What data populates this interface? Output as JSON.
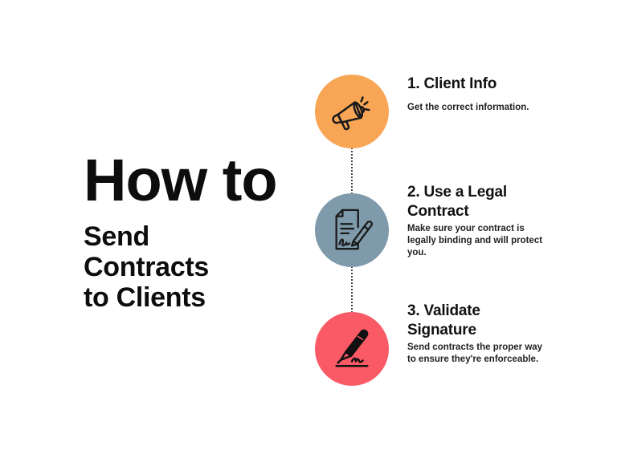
{
  "title": {
    "main": "How to",
    "sub_lines": [
      "Send",
      "Contracts",
      "to Clients"
    ]
  },
  "colors": {
    "step1": "#F8A656",
    "step2": "#7E9AAB",
    "step3": "#FA5A66",
    "text": "#111111"
  },
  "steps": [
    {
      "icon": "megaphone-icon",
      "title": "1. Client Info",
      "description": "Get the correct information."
    },
    {
      "icon": "signed-document-icon",
      "title_lines": [
        "2. Use a Legal",
        "Contract"
      ],
      "description_lines": [
        "Make sure your contract is",
        "legally binding and will protect",
        "you."
      ]
    },
    {
      "icon": "fountain-pen-signature-icon",
      "title_lines": [
        "3. Validate",
        "Signature"
      ],
      "description_lines": [
        "Send contracts the proper way",
        "to ensure they're enforceable."
      ]
    }
  ]
}
